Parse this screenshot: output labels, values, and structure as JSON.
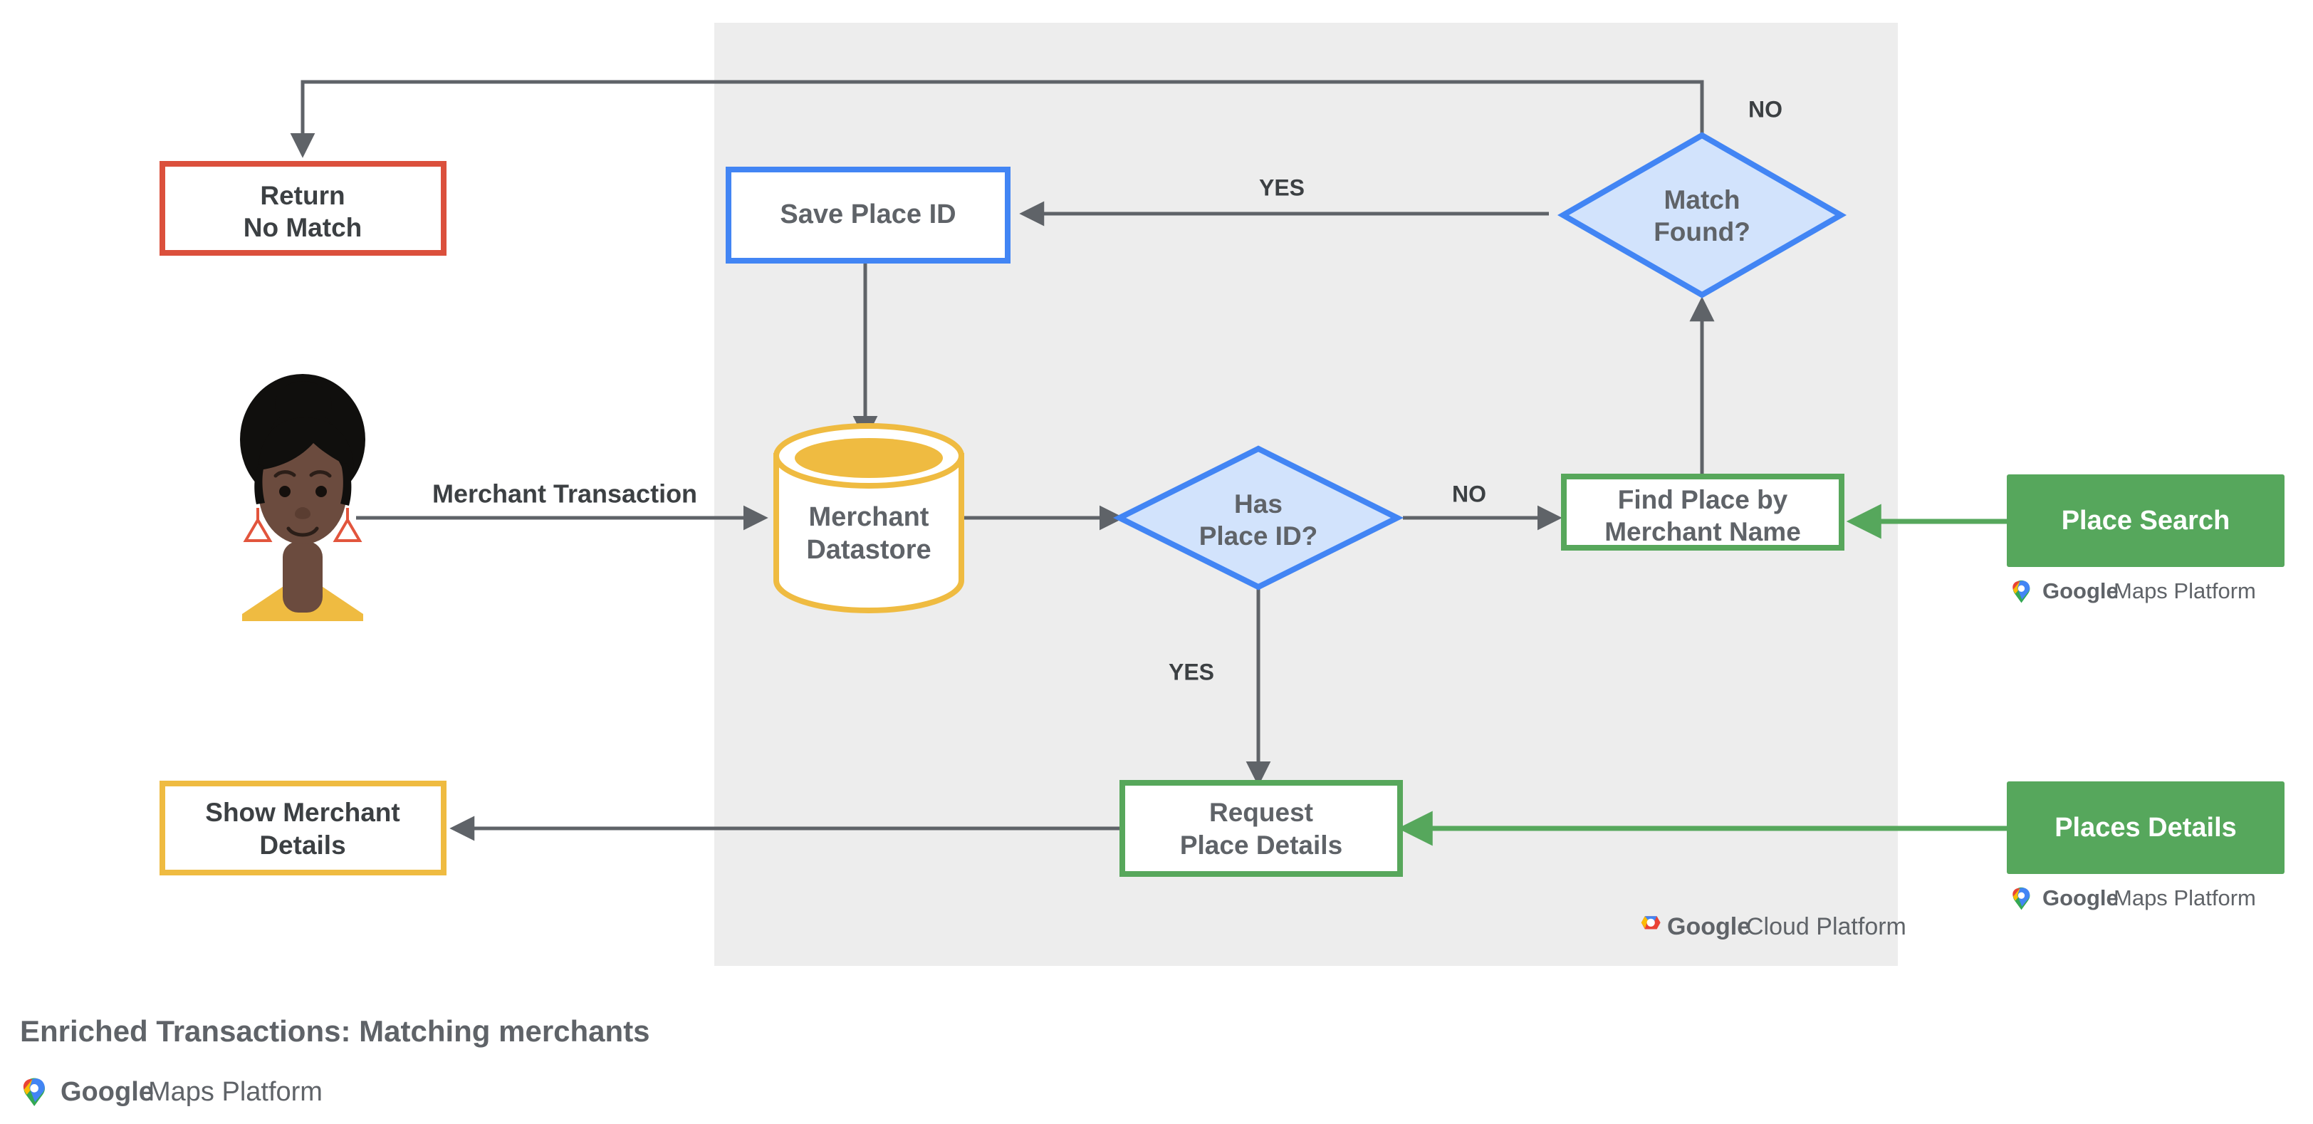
{
  "diagram": {
    "title": "Enriched Transactions: Matching merchants",
    "panel_label": "google-cloud-platform-region",
    "colors": {
      "panel_bg": "#EDEDED",
      "canvas_bg": "#FFFFFF",
      "blue": "#4285F4",
      "blue_fill": "#D2E3FC",
      "green": "#57A75B",
      "green_solid": "#56A75C",
      "yellow": "#EFBB41",
      "red": "#DB503C",
      "arrow_gray": "#5F6368",
      "text_gray": "#5F6368",
      "text_dark": "#3C4043"
    }
  },
  "nodes": {
    "return_no_match": {
      "line1": "Return",
      "line2": "No Match"
    },
    "save_place_id": {
      "line1": "Save Place ID",
      "line2": ""
    },
    "match_found": {
      "line1": "Match",
      "line2": "Found?"
    },
    "merchant_datastore": {
      "line1": "Merchant",
      "line2": "Datastore"
    },
    "has_place_id": {
      "line1": "Has",
      "line2": "Place ID?"
    },
    "find_place_by_merchant_name": {
      "line1": "Find Place by",
      "line2": "Merchant Name"
    },
    "place_search": {
      "line1": "Place Search",
      "line2": ""
    },
    "request_place_details": {
      "line1": "Request",
      "line2": "Place Details"
    },
    "places_details": {
      "line1": "Places Details",
      "line2": ""
    },
    "show_merchant_details": {
      "line1": "Show Merchant",
      "line2": "Details"
    },
    "actor": {
      "label": "merchant-customer-avatar"
    }
  },
  "edges": {
    "merchant_transaction": "Merchant Transaction",
    "has_place_id_no": "NO",
    "has_place_id_yes": "YES",
    "match_found_yes": "YES",
    "match_found_no": "NO"
  },
  "branding": {
    "maps_platform": {
      "google": "Google",
      "product": "Maps Platform"
    },
    "cloud_platform": {
      "google": "Google",
      "product": "Cloud Platform"
    }
  }
}
